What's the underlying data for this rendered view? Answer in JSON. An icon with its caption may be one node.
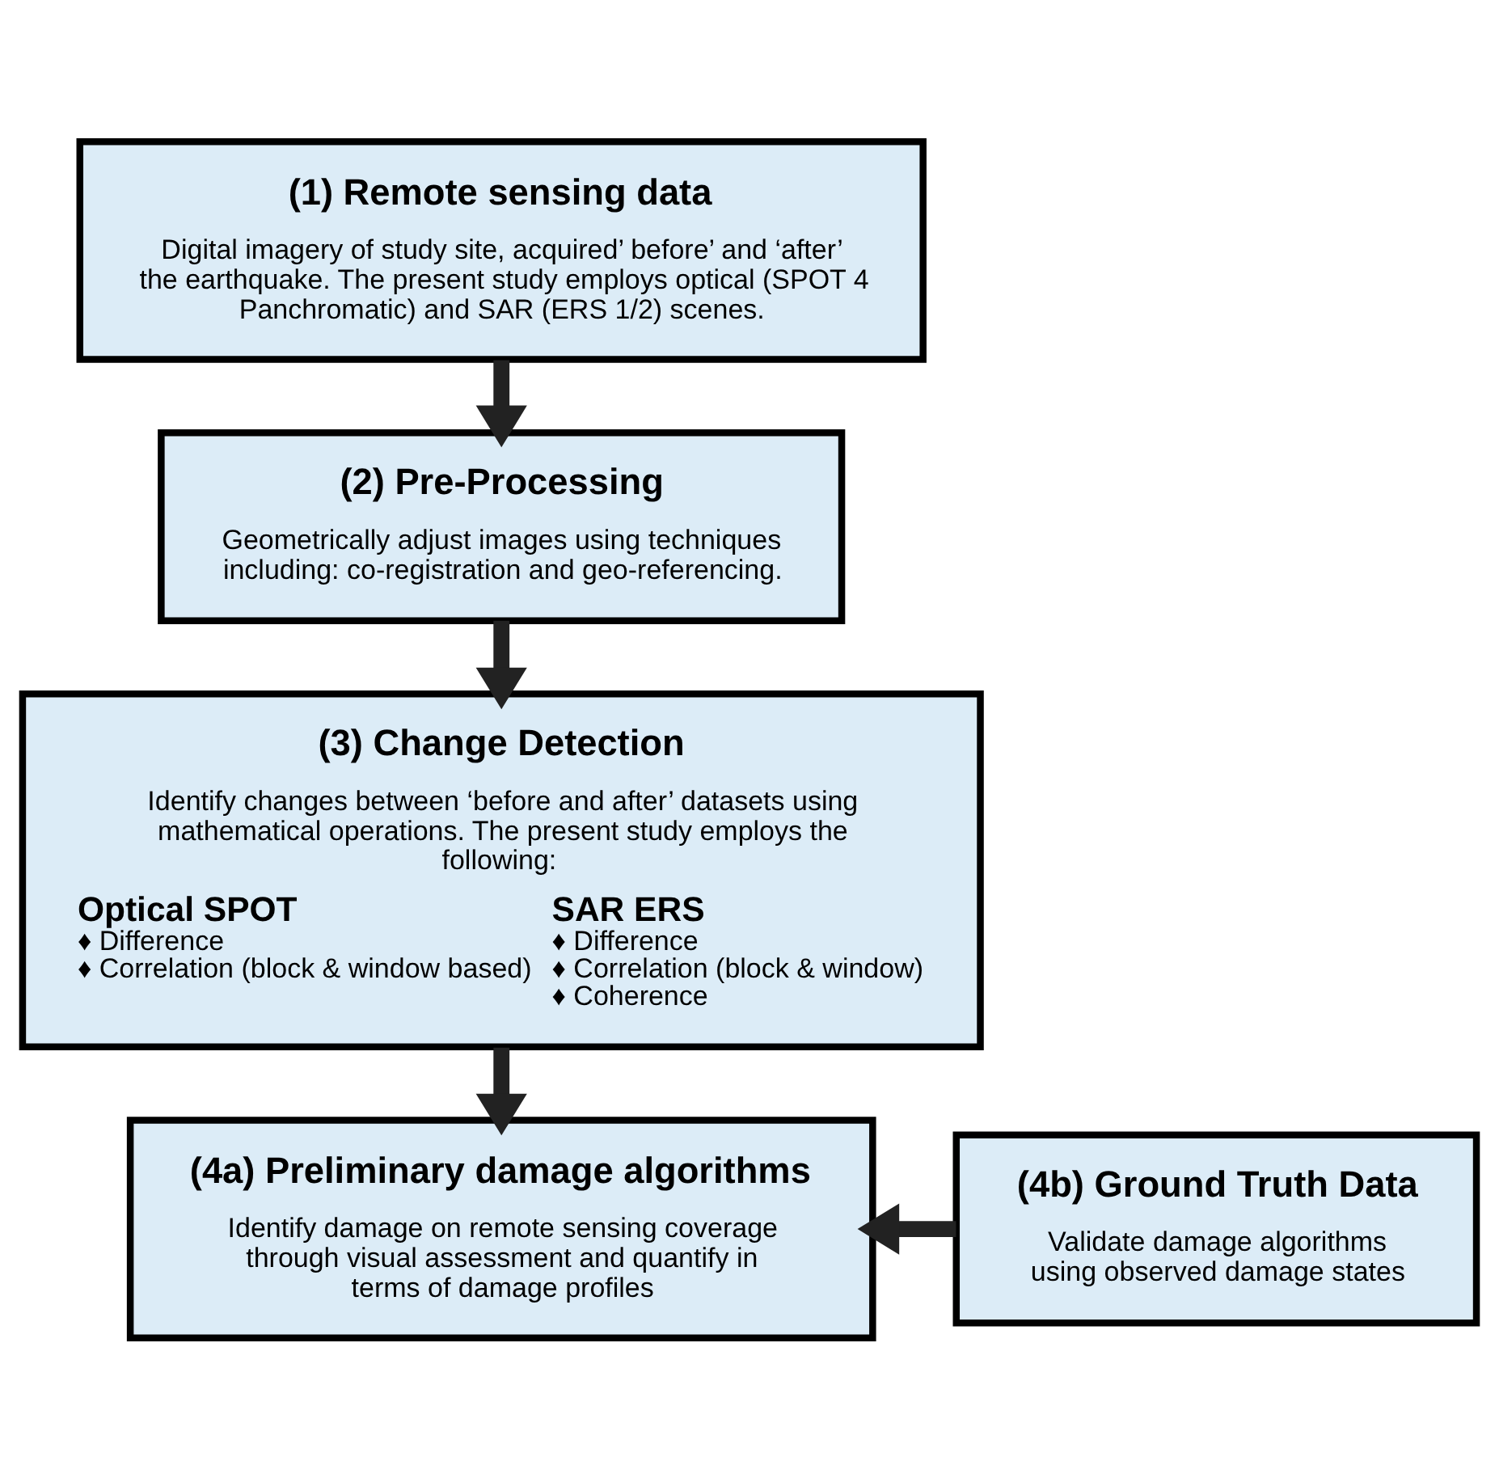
{
  "diagram": {
    "nodes": [
      {
        "text": [
          "(1) Remote sensing data",
          "Digital imagery of study site, acquired’ before’ and ‘after’ the earthquake. The present study employs optical (SPOT 4 Panchromatic) and SAR (ERS 1/2) scenes."
        ]
      },
      {
        "text": [
          "(2) Pre-Processing",
          "Geometrically adjust images using techniques including: co-registration and geo-referencing."
        ]
      },
      {
        "text": [
          "(3) Change Detection",
          "Identify changes between ‘before and after’ datasets using mathematical operations. The present study employs the following:",
          "Optical SPOT",
          "♦ Difference",
          "♦ Correlation (block & window based)",
          "SAR ERS",
          "♦ Difference",
          "♦ Correlation (block & window)",
          "♦ Coherence"
        ]
      },
      {
        "text": [
          "(4a) Preliminary damage algorithms",
          "Identify damage on remote sensing coverage through visual assessment and quantify in terms of damage profiles"
        ]
      },
      {
        "text": [
          "(4b) Ground Truth Data",
          "Validate damage algorithms using observed damage states"
        ]
      }
    ],
    "edges": [
      {
        "from": 0,
        "to": 1,
        "arrow": "to"
      },
      {
        "from": 1,
        "to": 2,
        "arrow": "to"
      },
      {
        "from": 2,
        "to": 3,
        "arrow": "to"
      },
      {
        "from": 4,
        "to": 3,
        "arrow": "to"
      }
    ]
  }
}
